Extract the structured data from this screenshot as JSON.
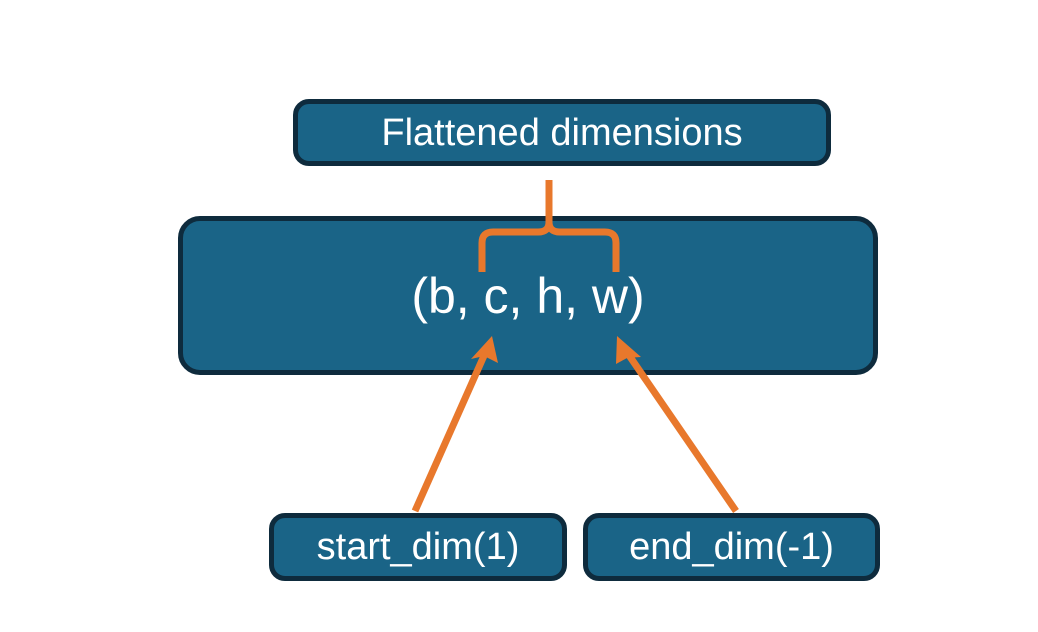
{
  "diagram": {
    "title_text": "Flattened dimensions",
    "background_color": "#ffffff",
    "nodes": {
      "flattened": {
        "label": "Flattened dimensions",
        "fill": "#1A6487",
        "border": "#0E2B3D",
        "text_color": "#ffffff"
      },
      "shape": {
        "label": "(b, c, h, w)",
        "fill": "#1A6487",
        "border": "#0E2B3D",
        "text_color": "#ffffff"
      },
      "start_dim": {
        "label": "start_dim(1)",
        "fill": "#1A6487",
        "border": "#0E2B3D",
        "text_color": "#ffffff"
      },
      "end_dim": {
        "label": "end_dim(-1)",
        "fill": "#1A6487",
        "border": "#0E2B3D",
        "text_color": "#ffffff"
      }
    },
    "connectors": {
      "accent_color": "#E8782C",
      "brace": {
        "name": "curly-brace-spanning-c-h-w",
        "from": "shape",
        "to": "flattened"
      },
      "arrows": [
        {
          "name": "start-dim-arrow",
          "from": "start_dim",
          "to": "shape",
          "points_at": "c"
        },
        {
          "name": "end-dim-arrow",
          "from": "end_dim",
          "to": "shape",
          "points_at": "w"
        }
      ]
    }
  }
}
